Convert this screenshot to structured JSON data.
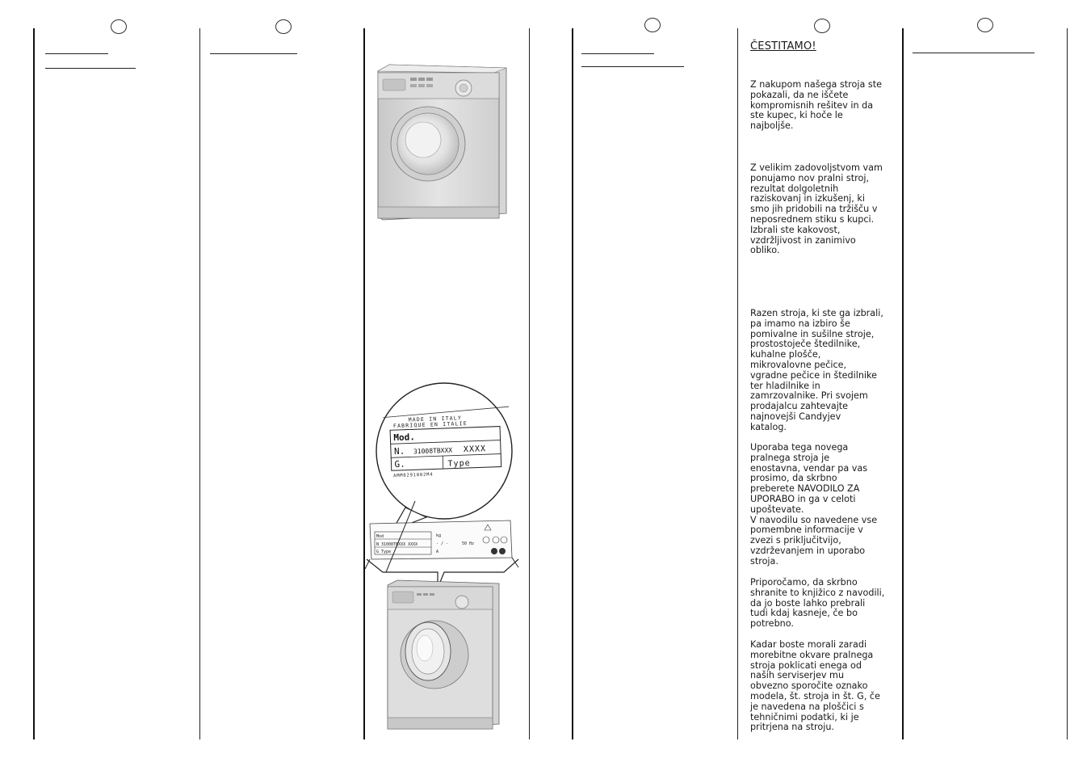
{
  "columns": {
    "langs": [
      "",
      "",
      "",
      "",
      ""
    ]
  },
  "article": {
    "title": "ČESTITAMO!",
    "p1": "Z nakupom našega stroja ste\npokazali, da ne iščete\nkompromisnih rešitev in da\nste kupec, ki hoče le\nnajboljše.",
    "p2": "Z velikim zadovoljstvom vam\nponujamo nov pralni stroj,\nrezultat dolgoletnih\nraziskovanj in izkušenj, ki\nsmo jih pridobili na tržišču v\nneposrednem stiku s kupci.\nIzbrali ste kakovost,\nvzdržljivost in zanimivo\nobliko.",
    "p3": "Razen stroja, ki ste ga izbrali,\npa imamo na izbiro še\npomivalne in sušilne stroje,\nprostostoječe štedilnike,\nkuhalne plošče,\nmikrovalovne pečice,\nvgradne pečice in štedilnike\nter hladilnike in\nzamrzovalnike. Pri svojem\nprodajalcu zahtevajte\nnajnovejši Candyjev\nkatalog.",
    "p4": "Uporaba tega novega\npralnega stroja je\nenostavna, vendar pa vas\nprosimo, da skrbno\npreberete NAVODILO ZA\nUPORABO in ga v celoti\nupoštevate.\nV navodilu so navedene vse\npomembne informacije v\nzvezi s priključitvijo,\nvzdrževanjem in uporabo\nstroja.",
    "p5": "Priporočamo, da skrbno\nshranite to knjižico z navodili,\nda jo boste lahko prebrali\ntudi kdaj kasneje, če bo\npotrebno.",
    "p6": "Kadar boste morali zaradi\nmorebitne okvare pralnega\nstroja poklicati enega od\nnaših serviserjev mu\nobvezno sporočite oznako\nmodela, št. stroja in št. G, če\nje navedena na ploščici s\ntehničnimi podatki, ki je\npritrjena na stroju."
  },
  "rating_plate": {
    "made_in": "MADE IN ITALY",
    "fabrique": "FABRIQUE EN ITALIE",
    "mod": "Mod.",
    "n_label": "N.",
    "serial": "31008TBXXX",
    "serial_suffix": "XXXX",
    "g_label": "G.",
    "type": "Type",
    "code": "AMM0291002M4"
  }
}
